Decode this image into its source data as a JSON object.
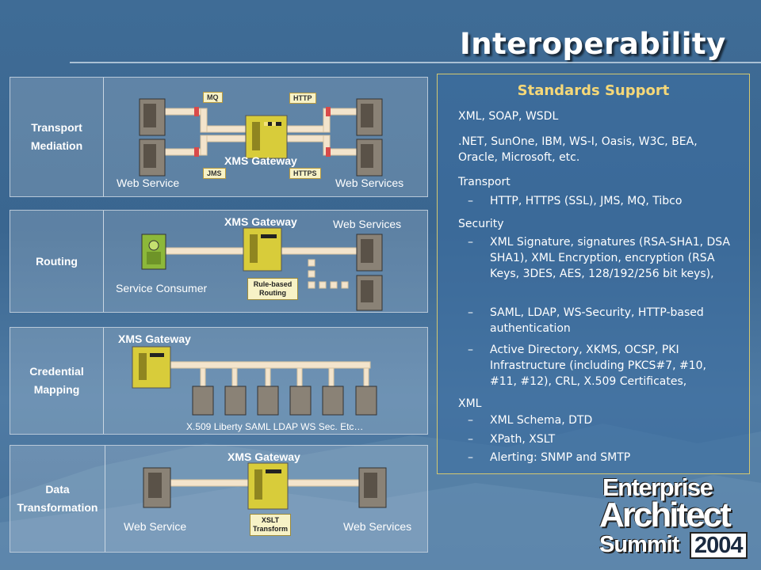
{
  "title": "Interoperability",
  "colors": {
    "gold": "#f5d878",
    "server": "#8a8276",
    "gateway": "#d8cc3a",
    "consumer": "#8cb83a",
    "pipe": "#f3e4cc",
    "conn": "#d84a4a"
  },
  "panels": [
    {
      "label": "Transport Mediation",
      "gateway": "XMS Gateway",
      "left_text": "Web Service",
      "right_text": "Web Services",
      "tags": [
        "MQ",
        "JMS",
        "HTTP",
        "HTTPS"
      ]
    },
    {
      "label": "Routing",
      "gateway": "XMS Gateway",
      "right_text": "Web Services",
      "consumer_text": "Service Consumer",
      "routing_tag": "Rule-based Routing"
    },
    {
      "label": "Credential Mapping",
      "gateway": "XMS Gateway",
      "mappings": "X.509  Liberty SAML  LDAP WS Sec. Etc…"
    },
    {
      "label": "Data Transformation",
      "gateway": "XMS Gateway",
      "left_text": "Web Service",
      "right_text": "Web Services",
      "transform_tag": "XSLT Transform"
    }
  ],
  "standards": {
    "title": "Standards Support",
    "line1": "XML, SOAP, WSDL",
    "line2": ".NET, SunOne, IBM, WS-I, Oasis, W3C, BEA, Oracle, Microsoft, etc.",
    "transport": {
      "heading": "Transport",
      "items": [
        "HTTP, HTTPS (SSL), JMS, MQ, Tibco"
      ]
    },
    "security": {
      "heading": "Security",
      "items": [
        "XML Signature, signatures (RSA-SHA1, DSA SHA1), XML Encryption, encryption (RSA Keys, 3DES, AES, 128/192/256  bit keys),",
        "SAML, LDAP, WS-Security, HTTP-based authentication",
        "Active Directory, XKMS, OCSP, PKI Infrastructure (including PKCS#7, #10, #11, #12), CRL, X.509 Certificates,"
      ]
    },
    "xml": {
      "heading": "XML",
      "items": [
        "XML Schema, DTD",
        "XPath, XSLT",
        "Alerting: SNMP and SMTP"
      ]
    },
    "dash": "–"
  },
  "logo": {
    "line1": "Enterprise",
    "line2": "Architect",
    "line3": "Summit",
    "year": "2004"
  }
}
